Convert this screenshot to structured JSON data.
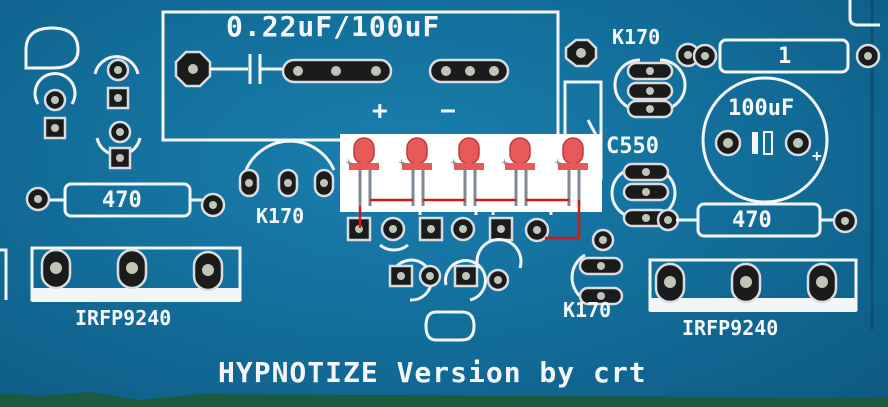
{
  "board": {
    "title_text": "HYPNOTIZE Version by crt",
    "cap_top_label": "0.22uF/100uF",
    "cap_plus": "+",
    "cap_minus": "−",
    "transistor_top_right": "K170",
    "transistor_mid_left": "K170",
    "transistor_bottom_right": "K170",
    "transistor_c550": "C550",
    "resistor_top_right": "1",
    "resistor_left": "470",
    "resistor_right": "470",
    "elec_cap_label": "100uF",
    "elec_cap_plus": "+",
    "mosfet_left": "IRFP9240",
    "mosfet_right": "IRFP9240"
  },
  "colors": {
    "board": "#1573a3",
    "silkscreen": "#f2f6f8",
    "led": "#e85a5a",
    "wire": "#d01818"
  }
}
